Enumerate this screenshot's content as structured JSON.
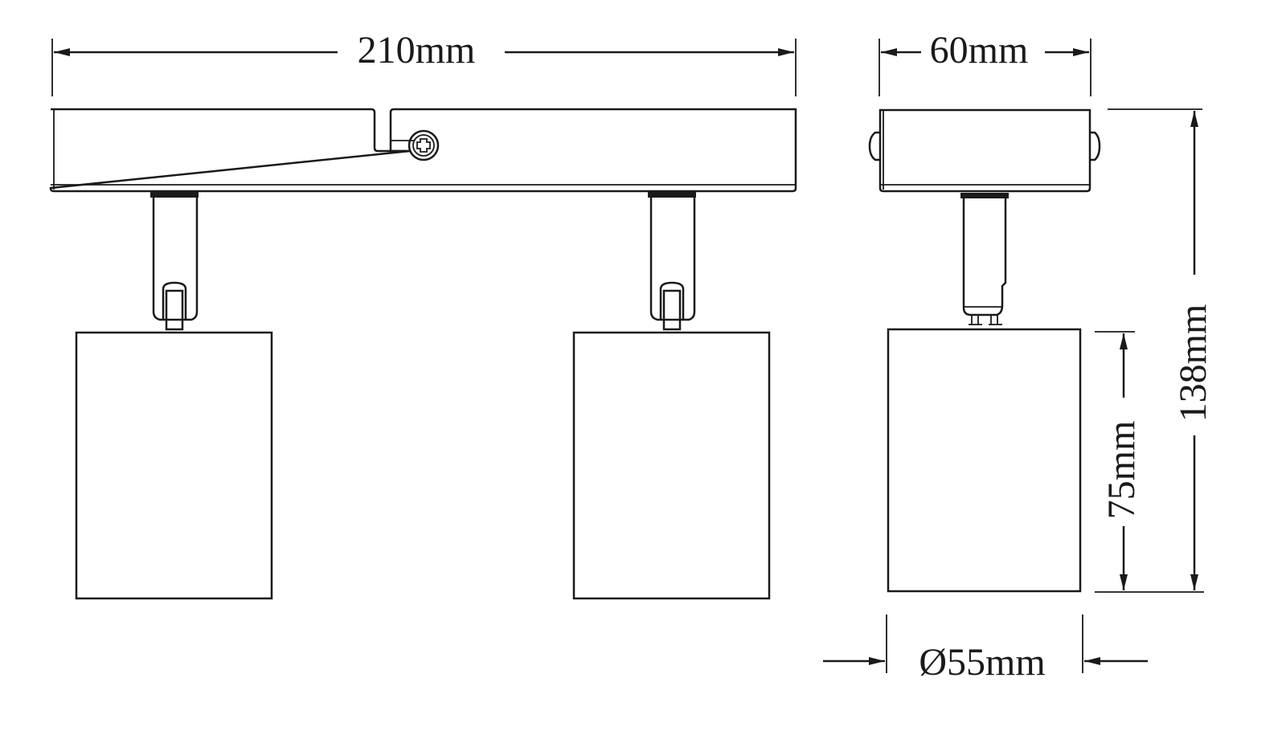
{
  "dimensions": {
    "width": "210mm",
    "depth": "60mm",
    "height": "138mm",
    "shade_height": "75mm",
    "shade_diameter": "Ø55mm"
  },
  "colors": {
    "line": "#1a1a1a",
    "background": "#ffffff"
  }
}
